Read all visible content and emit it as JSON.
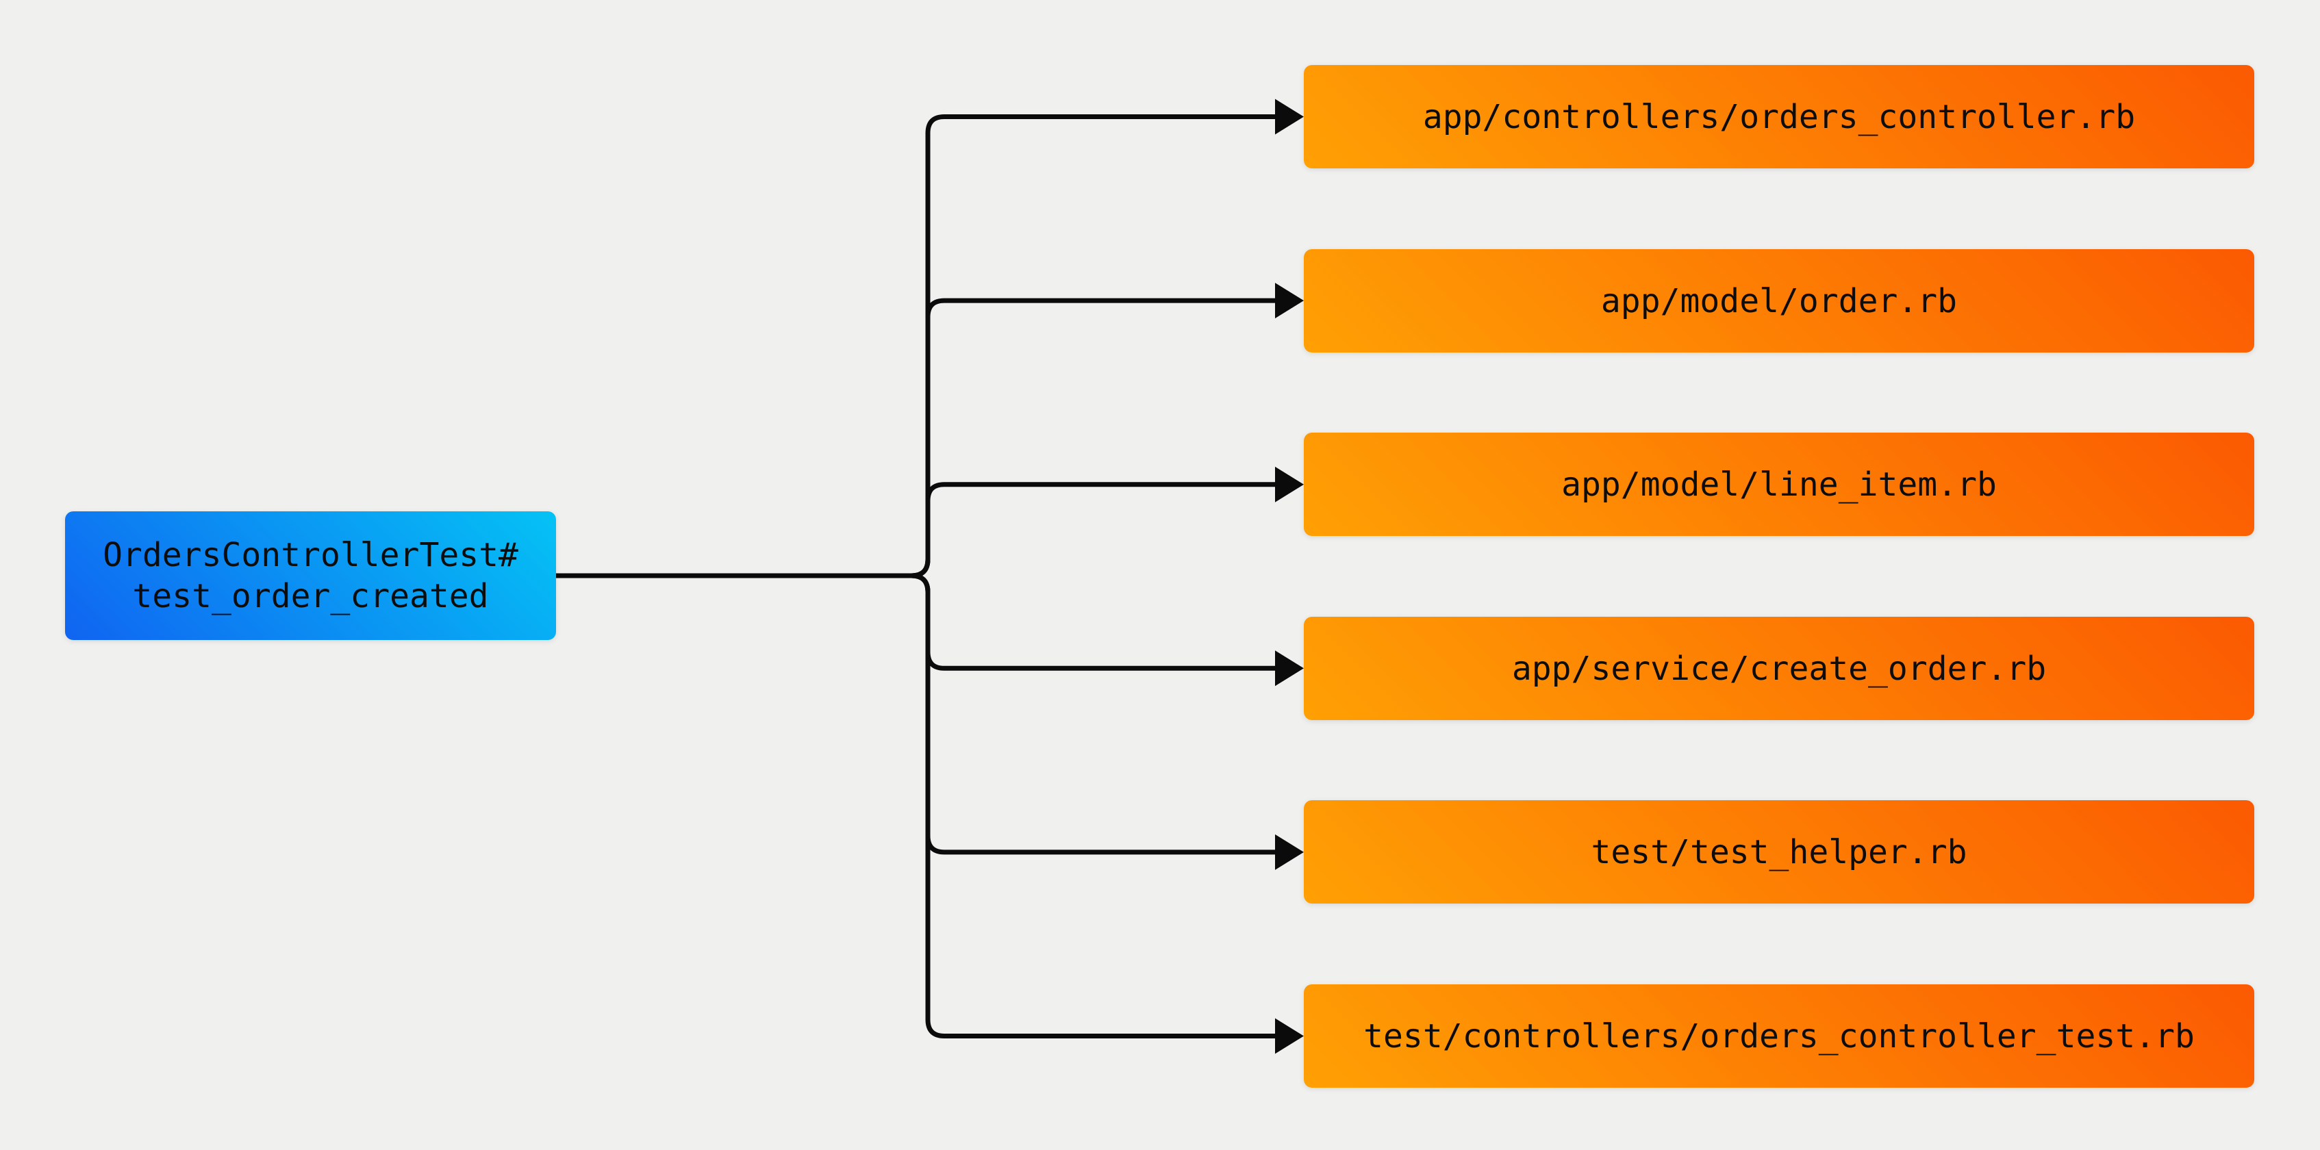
{
  "diagram": {
    "background_color": "#f0f0ef",
    "connector_color": "#0b0b0b",
    "source": {
      "line1": "OrdersControllerTest#",
      "line2": "test_order_created",
      "gradient_from": "#1064f1",
      "gradient_to": "#05c2f5"
    },
    "target_gradient_from": "#ffa004",
    "target_gradient_to": "#fb5a02",
    "targets": [
      {
        "label": "app/controllers/orders_controller.rb"
      },
      {
        "label": "app/model/order.rb"
      },
      {
        "label": "app/model/line_item.rb"
      },
      {
        "label": "app/service/create_order.rb"
      },
      {
        "label": "test/test_helper.rb"
      },
      {
        "label": "test/controllers/orders_controller_test.rb"
      }
    ]
  }
}
